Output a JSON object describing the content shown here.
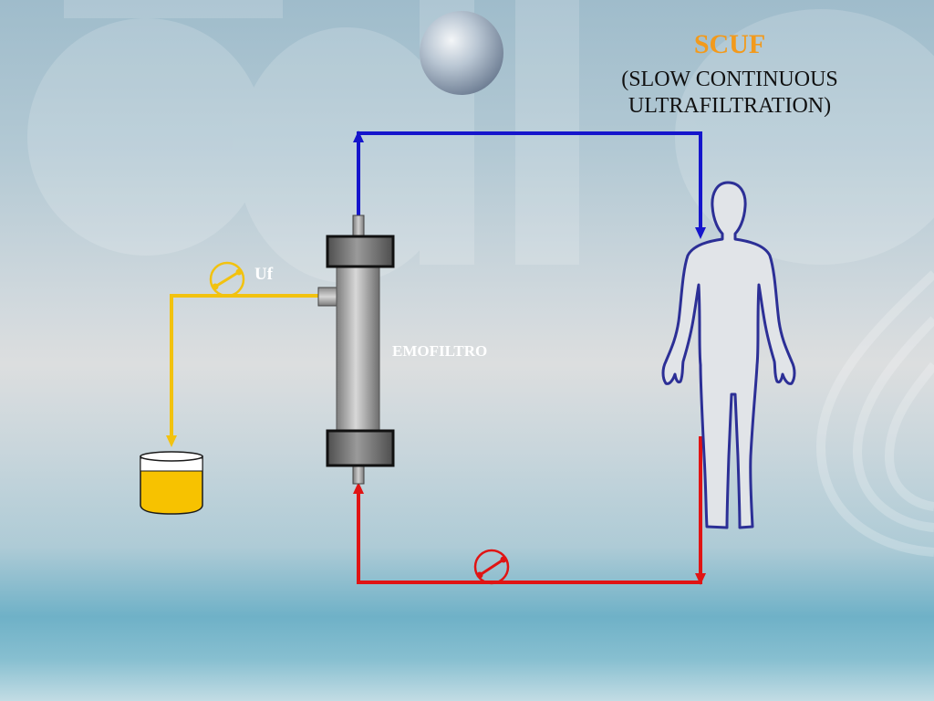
{
  "title": "SCUF",
  "subtitle_line1": "(SLOW CONTINUOUS",
  "subtitle_line2": "ULTRAFILTRATION)",
  "filter_label": "EMOFILTRO",
  "pump_label": "Uf",
  "colors": {
    "title": "#f29a1c",
    "venous_line": "#1515cc",
    "arterial_line": "#e01414",
    "ultrafiltrate_line": "#f2c20f",
    "body_outline": "#2c2f96",
    "label_white": "#ffffff"
  },
  "icons": [
    "filter-cartridge-icon",
    "roller-pump-icon",
    "collection-container-icon",
    "human-body-icon",
    "sphere-icon"
  ]
}
